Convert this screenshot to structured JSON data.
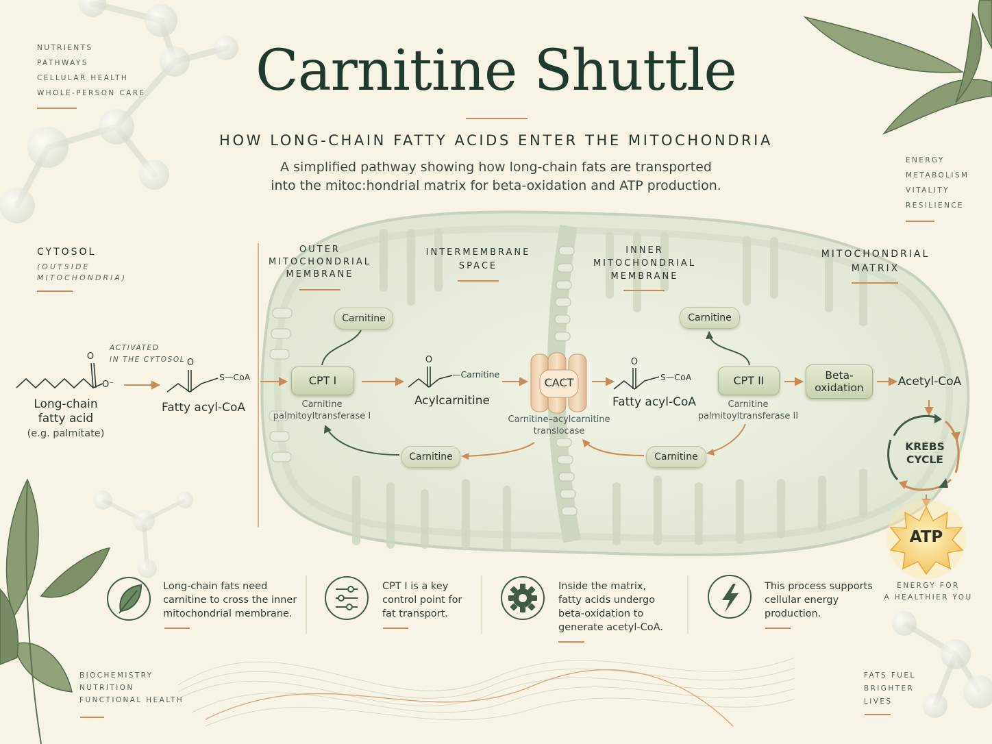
{
  "title": "Carnitine Shuttle",
  "subtitle": "HOW LONG-CHAIN FATTY ACIDS ENTER THE MITOCHONDRIA",
  "description": {
    "line1": "A simplified pathway showing how long-chain fats are transported",
    "line2": "into the mitoc:hondrial matrix for beta-oxidation and ATP production."
  },
  "corner_top_left": [
    "NUTRIENTS",
    "PATHWAYS",
    "CELLULAR HEALTH",
    "WHOLE-PERSON CARE"
  ],
  "corner_top_right": [
    "ENERGY",
    "METABOLISM",
    "VITALITY",
    "RESILIENCE"
  ],
  "corner_bottom_left": [
    "BIOCHEMISTRY",
    "NUTRITION",
    "FUNCTIONAL HEALTH"
  ],
  "corner_bottom_right": [
    "FATS FUEL",
    "BRIGHTER",
    "LIVES"
  ],
  "energy_note": [
    "ENERGY FOR",
    "A HEALTHIER YOU"
  ],
  "zones": {
    "cytosol": "CYTOSOL",
    "cytosol_sub": [
      "(OUTSIDE",
      "MITOCHONDRIA)"
    ],
    "outer": [
      "OUTER",
      "MITOCHONDRIAL",
      "MEMBRANE"
    ],
    "intermembrane": [
      "INTERMEMBRANE",
      "SPACE"
    ],
    "inner": [
      "INNER",
      "MITOCHONDRIAL",
      "MEMBRANE"
    ],
    "matrix": [
      "MITOCHONDRIAL",
      "MATRIX"
    ]
  },
  "molecules": {
    "fatty_acid": [
      "Long-chain",
      "fatty acid"
    ],
    "fatty_acid_eg": "(e.g. palmitate)",
    "activated": [
      "ACTIVATED",
      "IN THE CYTOSOL"
    ],
    "fatty_acyl_coa": "Fatty acyl-CoA",
    "acylcarnitine": "Acylcarnitine",
    "fatty_acyl_coa_2": "Fatty acyl-CoA",
    "acetyl_coa": "Acetyl-CoA",
    "atom_o": "O",
    "atom_o_minus": "O⁻",
    "sc_coa": "S—CoA",
    "carnitine_tag": "—Carnitine"
  },
  "enzymes": {
    "cpt1": "CPT I",
    "cpt1_full": [
      "Carnitine",
      "palmitoyltransferase I"
    ],
    "cact": "CACT",
    "cact_full": [
      "Carnitine–acylcarnitine",
      "translocase"
    ],
    "cpt2": "CPT II",
    "cpt2_full": [
      "Carnitine",
      "palmitoyltransferase II"
    ],
    "beta": [
      "Beta-",
      "oxidation"
    ]
  },
  "carnitine_pills": [
    "Carnitine",
    "Carnitine",
    "Carnitine",
    "Carnitine"
  ],
  "krebs": [
    "KREBS",
    "CYCLE"
  ],
  "atp": "ATP",
  "info_cards": [
    {
      "icon": "leaf-icon",
      "lines": [
        "Long-chain fats need",
        "carnitine to cross the inner",
        "mitochondrial membrane."
      ]
    },
    {
      "icon": "sliders-icon",
      "lines": [
        "CPT I is a key",
        "control point for",
        "fat transport."
      ]
    },
    {
      "icon": "gear-icon",
      "lines": [
        "Inside the matrix,",
        "fatty acids undergo",
        "beta-oxidation to",
        "generate acetyl-CoA."
      ]
    },
    {
      "icon": "lightning-icon",
      "lines": [
        "This process supports",
        "cellular energy",
        "production."
      ]
    }
  ],
  "colors": {
    "accent": "#c98b55",
    "green": "#3f5a45",
    "background": "#f7f4e6"
  }
}
